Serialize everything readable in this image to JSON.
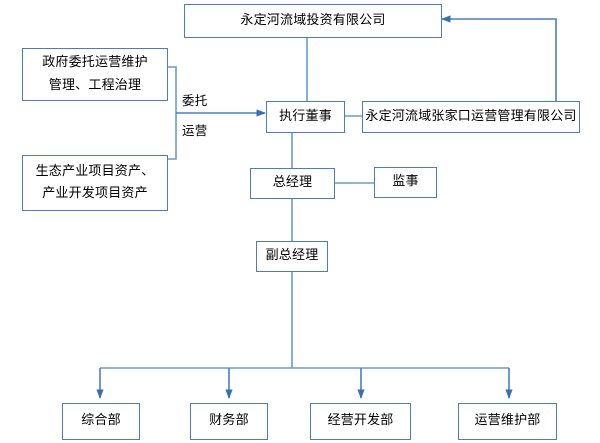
{
  "diagram": {
    "title_text": "永定河流域投资有限公司",
    "accent_color": "#4a7ebb",
    "background_color": "#ffffff",
    "text_color": "#000000",
    "nodes": {
      "parent_company": "永定河流域投资有限公司",
      "gov_entrusted_assets": "政府委托运营维护\n管理、工程治理",
      "eco_industry_assets": "生态产业项目资产、\n产业开发项目资产",
      "executive_director": "执行董事",
      "operating_company": "永定河流域张家口运营管理有限公司",
      "general_manager": "总经理",
      "supervisor": "监事",
      "deputy_general_manager": "副总经理"
    },
    "edge_labels": {
      "entrust": "委托",
      "operate": "运营"
    },
    "departments": [
      {
        "label": "综合部"
      },
      {
        "label": "财务部"
      },
      {
        "label": "经营开发部"
      },
      {
        "label": "运营维护部"
      }
    ]
  }
}
